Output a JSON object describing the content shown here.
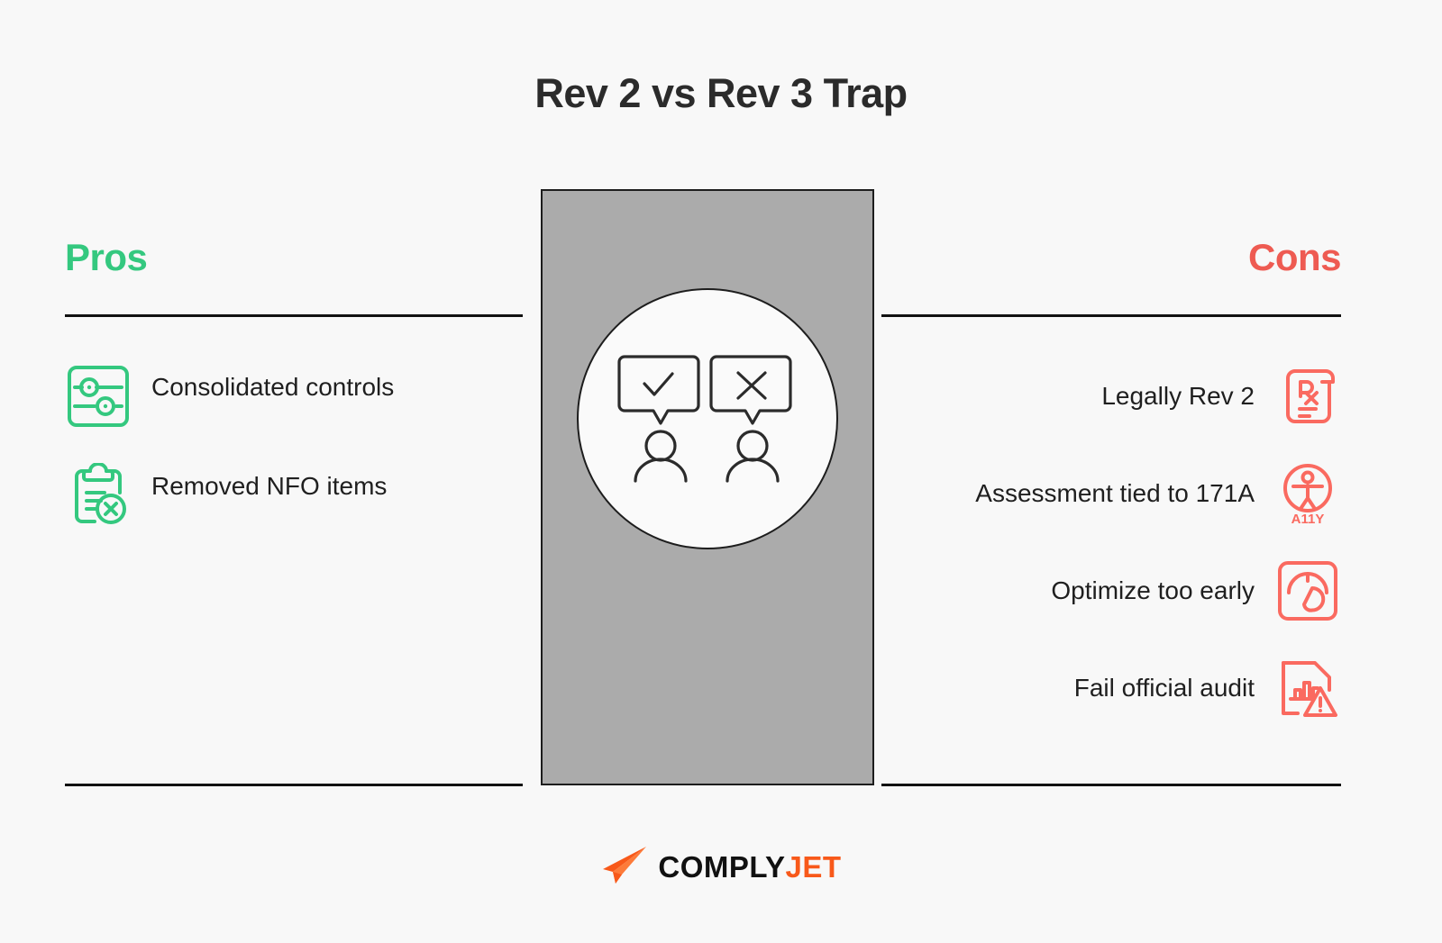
{
  "title": "Rev 2 vs Rev 3 Trap",
  "colors": {
    "background": "#f8f8f8",
    "pros_accent": "#34c87f",
    "cons_accent": "#ee5b52",
    "panel_fill": "#ababab",
    "panel_border": "#1d1d1d",
    "rule": "#111111",
    "text": "#1f1f1f",
    "logo_orange": "#f8591a"
  },
  "pros": {
    "heading": "Pros",
    "items": [
      {
        "label": "Consolidated controls",
        "icon": "sliders-controls-icon"
      },
      {
        "label": "Removed NFO items",
        "icon": "clipboard-remove-icon"
      }
    ]
  },
  "cons": {
    "heading": "Cons",
    "items": [
      {
        "label": "Legally Rev 2",
        "icon": "prescription-scroll-icon"
      },
      {
        "label": "Assessment tied to 171A",
        "icon": "accessibility-a11y-icon"
      },
      {
        "label": "Optimize too early",
        "icon": "speedometer-gauge-icon"
      },
      {
        "label": "Fail official audit",
        "icon": "chart-document-warning-icon"
      }
    ]
  },
  "center": {
    "illustration": "two-people-approve-reject-speech-bubbles-icon"
  },
  "logo": {
    "icon": "paper-plane-icon",
    "primary": "COMPLY",
    "accent": "JET"
  }
}
